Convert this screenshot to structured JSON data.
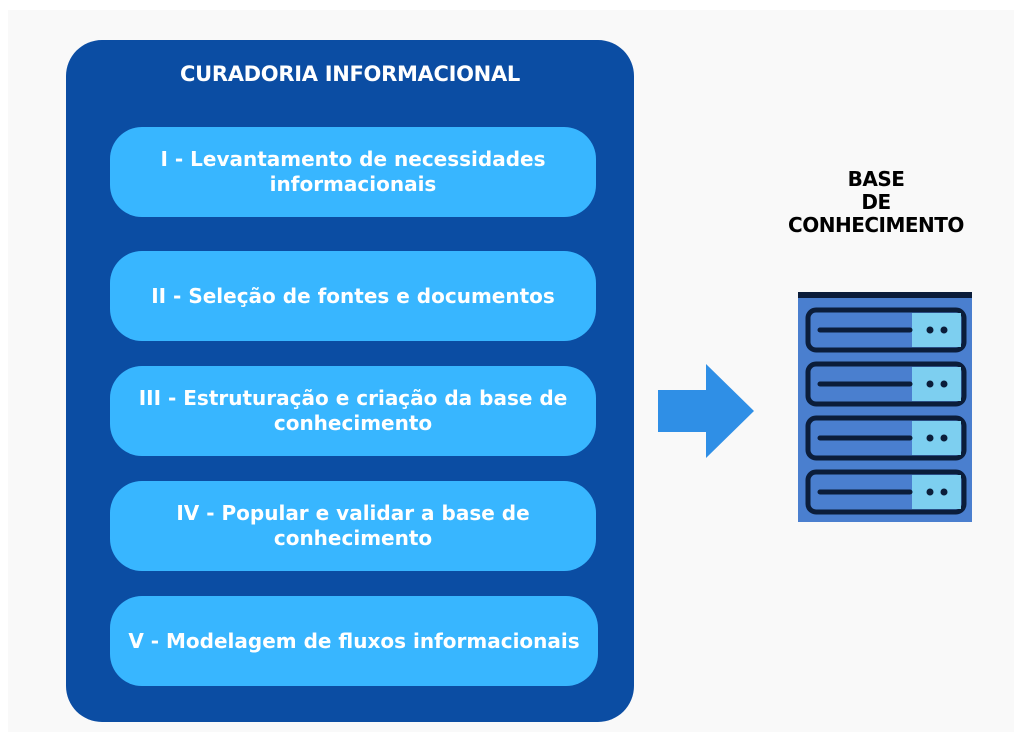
{
  "curadoria": {
    "title": "CURADORIA INFORMACIONAL",
    "steps": [
      {
        "label": "I - Levantamento de necessidades informacionais"
      },
      {
        "label": "II - Seleção de fontes e documentos"
      },
      {
        "label": "III - Estruturação e criação da base de conhecimento"
      },
      {
        "label": "IV - Popular e validar a base de conhecimento"
      },
      {
        "label": "V - Modelagem de fluxos informacionais"
      }
    ]
  },
  "knowledge_base": {
    "title_lines": [
      "BASE",
      "DE",
      "CONHECIMENTO"
    ]
  },
  "colors": {
    "panel": "#0b4da3",
    "step": "#38b6ff",
    "arrow": "#2f8fe6",
    "server_blue": "#4a7fcf",
    "server_light": "#7dcff0",
    "server_dark": "#0b1d3a"
  },
  "icons": {
    "arrow": "arrow-right-icon",
    "server": "server-icon"
  }
}
